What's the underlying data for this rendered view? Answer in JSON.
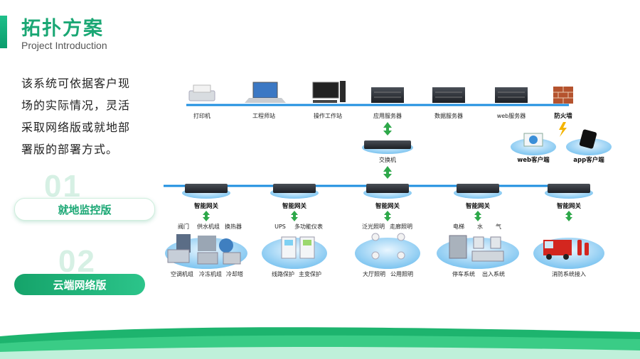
{
  "header": {
    "title_cn": "拓扑方案",
    "title_en": "Project Introduction"
  },
  "description": "该系统可依据客户现场的实际情况，灵活采取网络版或就地部署版的部署方式。",
  "options": [
    {
      "number": "01",
      "label": "就地监控版"
    },
    {
      "number": "02",
      "label": "云端网络版"
    }
  ],
  "diagram": {
    "top_devices": [
      "打印机",
      "工程师站",
      "操作工作站",
      "应用服务器",
      "数据服务器",
      "web服务器",
      "防火墙"
    ],
    "switch": "交换机",
    "clients": [
      "web客户端",
      "app客户端"
    ],
    "gateway": "智能网关",
    "subsystems": [
      {
        "top": [
          "阀门",
          "供水机组",
          "换热器"
        ],
        "bottom": [
          "空调机组",
          "冷冻机组",
          "冷却塔"
        ]
      },
      {
        "top": [
          "UPS",
          "多功能仪表"
        ],
        "bottom": [
          "线路保护",
          "主变保护"
        ]
      },
      {
        "top": [
          "泛光照明",
          "走廊照明"
        ],
        "bottom": [
          "大厅照明",
          "公用照明"
        ]
      },
      {
        "top": [
          "电梯",
          "水",
          "气"
        ],
        "bottom": [
          "停车系统",
          "出入系统"
        ]
      },
      {
        "top": [],
        "bottom": [
          "消防系统接入"
        ]
      }
    ]
  },
  "colors": {
    "accent": "#1aa774",
    "line": "#1f8fe0",
    "arrow": "#2ea84a"
  }
}
